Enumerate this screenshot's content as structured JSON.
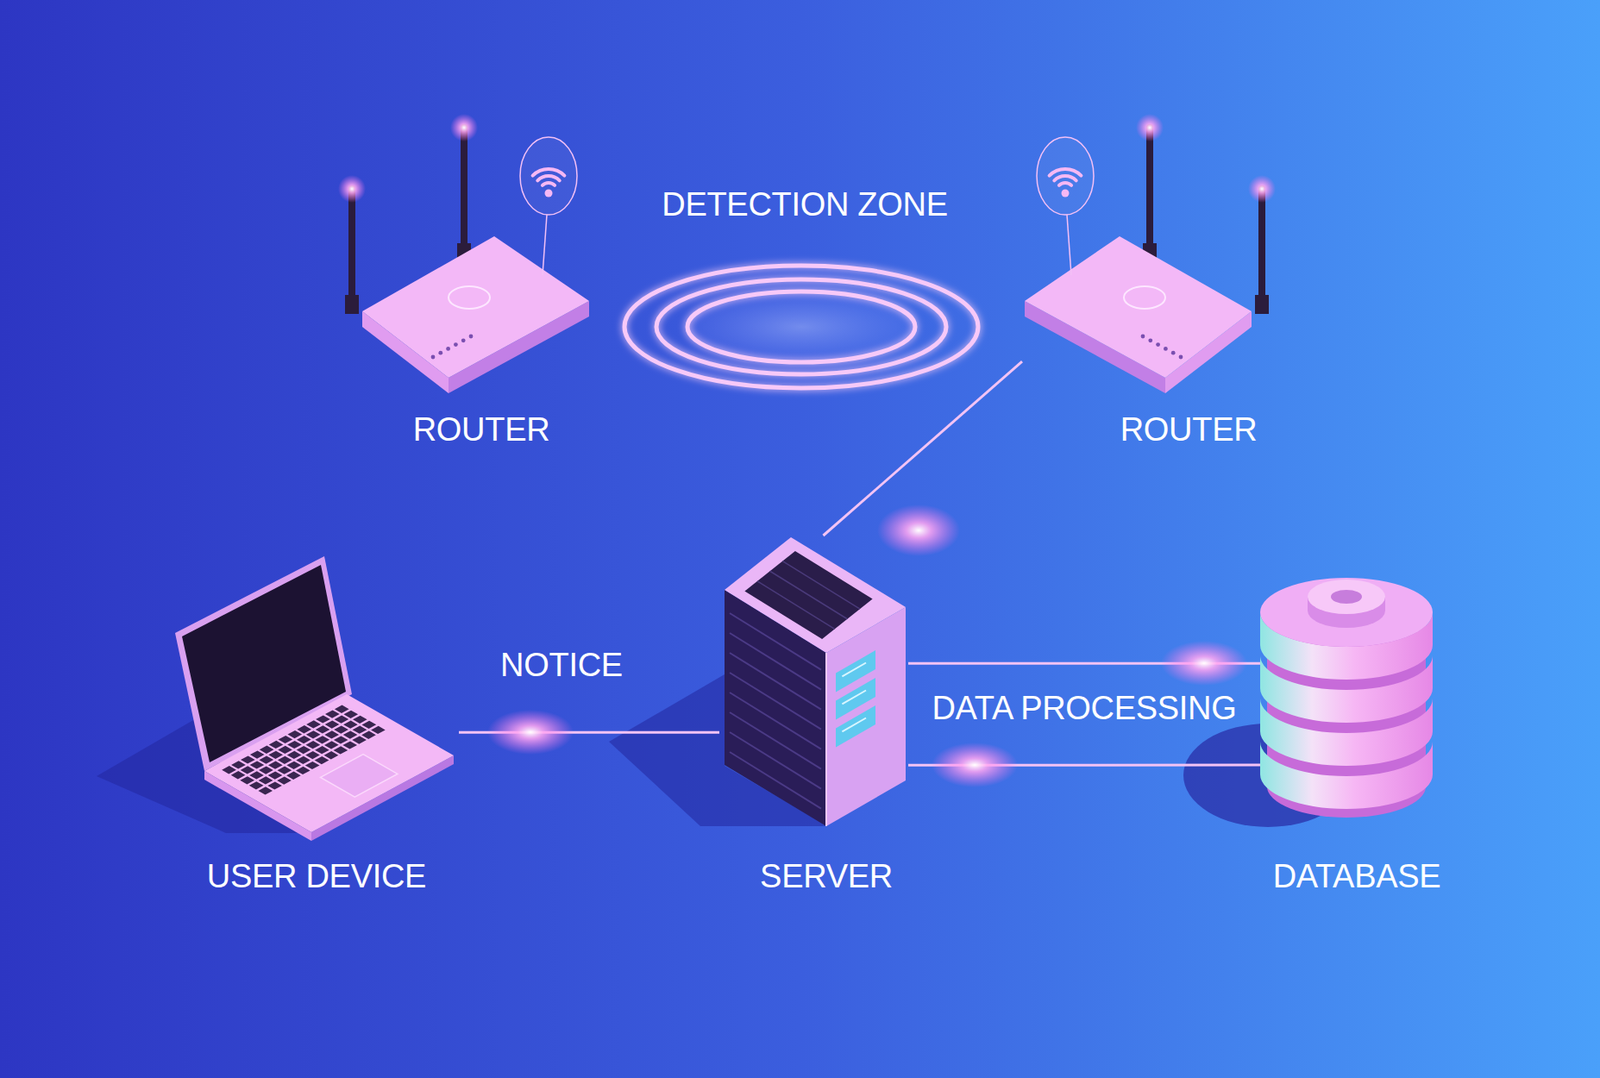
{
  "diagram": {
    "nodes": [
      {
        "text": [
          "ROUTER"
        ]
      },
      {
        "text": [
          "DETECTION ZONE"
        ]
      },
      {
        "text": [
          "ROUTER"
        ]
      },
      {
        "text": [
          "USER DEVICE"
        ]
      },
      {
        "text": [
          "SERVER"
        ]
      },
      {
        "text": [
          "DATABASE"
        ]
      }
    ],
    "edges": [
      {
        "from": 2,
        "to": 4,
        "arrow": "none"
      },
      {
        "from": 4,
        "to": 3,
        "label": "NOTICE",
        "arrow": "none"
      },
      {
        "from": 4,
        "to": 5,
        "label": "DATA PROCESSING",
        "arrow": "none"
      },
      {
        "from": 4,
        "to": 5,
        "arrow": "none"
      }
    ]
  }
}
